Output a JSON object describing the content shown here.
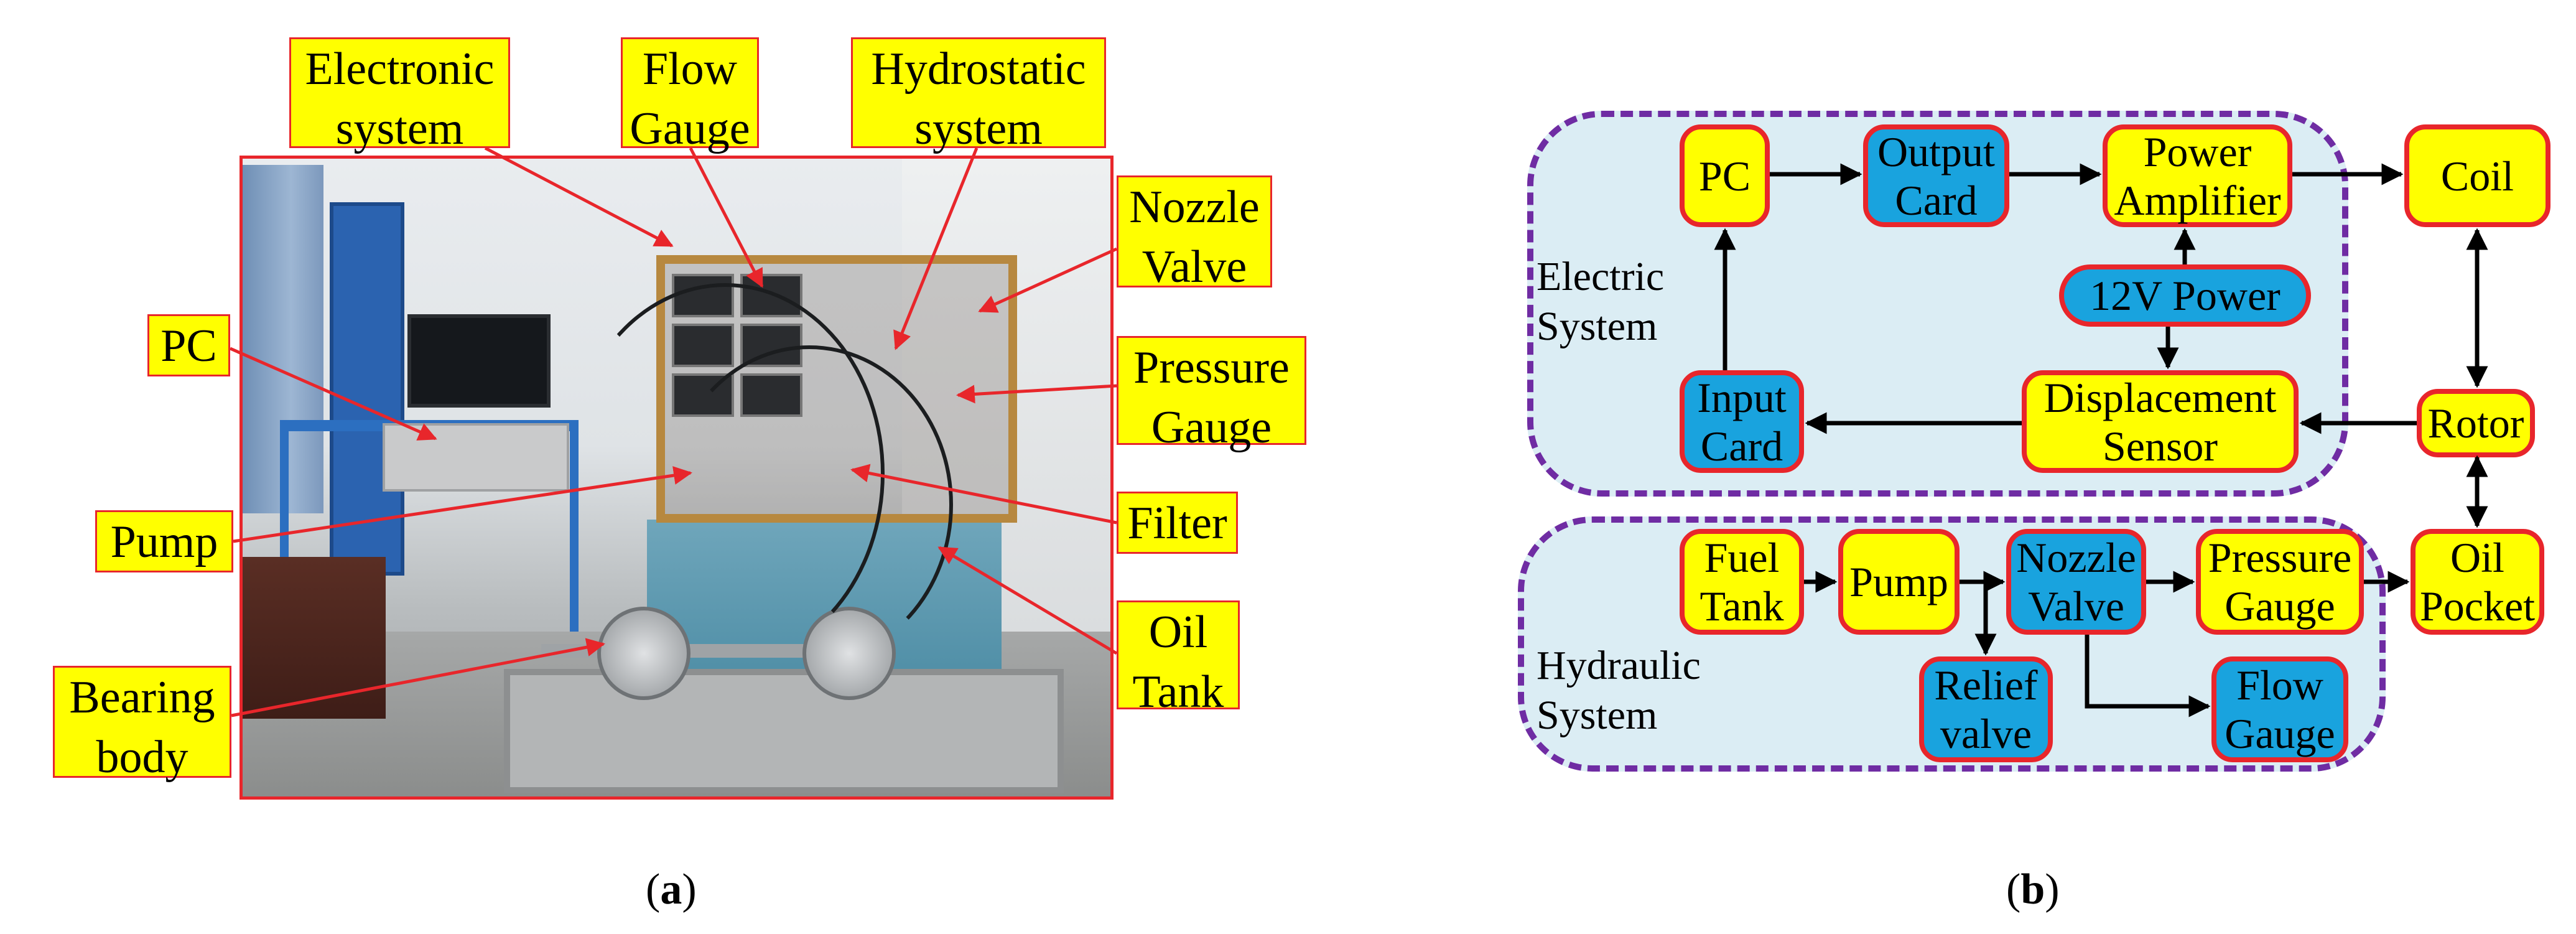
{
  "panel_a": {
    "caption_letter": "a",
    "labels": {
      "electronic_system": [
        "Electronic",
        "system"
      ],
      "flow_gauge": [
        "Flow",
        "Gauge"
      ],
      "hydrostatic_system": [
        "Hydrostatic",
        "system"
      ],
      "nozzle_valve": [
        "Nozzle",
        "Valve"
      ],
      "pc": [
        "PC"
      ],
      "pressure_gauge": [
        "Pressure",
        "Gauge"
      ],
      "pump": [
        "Pump"
      ],
      "filter": [
        "Filter"
      ],
      "oil_tank": [
        "Oil",
        "Tank"
      ],
      "bearing_body": [
        "Bearing",
        "body"
      ]
    }
  },
  "panel_b": {
    "caption_letter": "b",
    "groups": {
      "electric": [
        "Electric",
        "System"
      ],
      "hydraulic": [
        "Hydraulic",
        "System"
      ]
    },
    "nodes": {
      "pc": [
        "PC"
      ],
      "output_card": [
        "Output",
        "Card"
      ],
      "power_amplifier": [
        "Power",
        "Amplifier"
      ],
      "coil": [
        "Coil"
      ],
      "power_12v": [
        "12V Power"
      ],
      "input_card": [
        "Input",
        "Card"
      ],
      "displacement_sensor": [
        "Displacement",
        "Sensor"
      ],
      "rotor": [
        "Rotor"
      ],
      "fuel_tank": [
        "Fuel",
        "Tank"
      ],
      "pump": [
        "Pump"
      ],
      "nozzle_valve": [
        "Nozzle",
        "Valve"
      ],
      "pressure_gauge": [
        "Pressure",
        "Gauge"
      ],
      "oil_pocket": [
        "Oil",
        "Pocket"
      ],
      "relief_valve": [
        "Relief",
        "valve"
      ],
      "flow_gauge": [
        "Flow",
        "Gauge"
      ]
    },
    "colors": {
      "yellow": "#ffff00",
      "blue": "#19a3de",
      "border": "#e8262b",
      "group_border": "#6f2ca3",
      "group_fill": "#dbedf4"
    }
  }
}
